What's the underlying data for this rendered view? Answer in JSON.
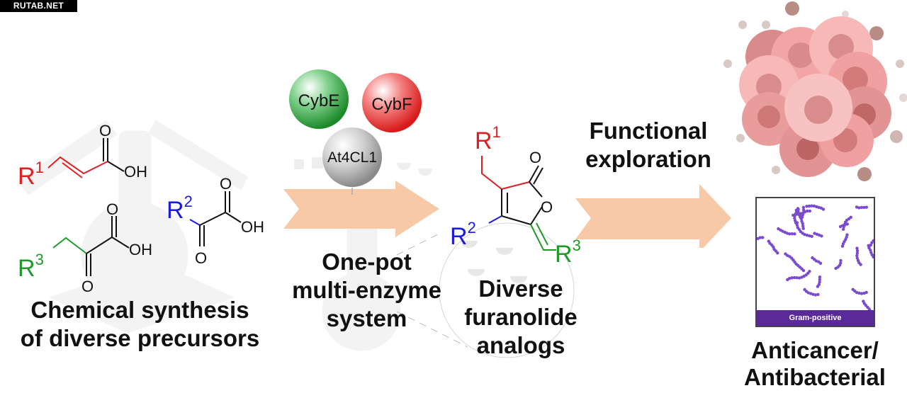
{
  "watermark": "RUTAB.NET",
  "colors": {
    "r1": "#e02020",
    "r2": "#1a1ae0",
    "r3": "#1f9a2a",
    "arrow": "#f8c9a6",
    "cybE": "#2a9a35",
    "cybF": "#e52828",
    "at4cl1": "#b8b8b8",
    "gram_bar": "#5a2a9a",
    "bacteria": "#7a4ad0"
  },
  "precursors": {
    "r1_label": "R",
    "r1_sup": "1",
    "r2_label": "R",
    "r2_sup": "2",
    "r3_label": "R",
    "r3_sup": "3",
    "oxygen": "O",
    "hydroxyl": "OH",
    "caption_line1": "Chemical synthesis",
    "caption_line2": "of diverse precursors"
  },
  "enzymes": {
    "items": [
      "CybE",
      "CybF",
      "At4CL1"
    ],
    "caption_line1": "One-pot",
    "caption_line2": "multi-enzyme",
    "caption_line3": "system"
  },
  "product": {
    "ring_oxygen": "O",
    "carbonyl_oxygen": "O",
    "caption_line1": "Diverse",
    "caption_line2": "furanolide",
    "caption_line3": "analogs"
  },
  "exploration": {
    "line1": "Functional",
    "line2": "exploration"
  },
  "outcome": {
    "gram_label": "Gram-positive",
    "caption_line1": "Anticancer/",
    "caption_line2": "Antibacterial"
  }
}
